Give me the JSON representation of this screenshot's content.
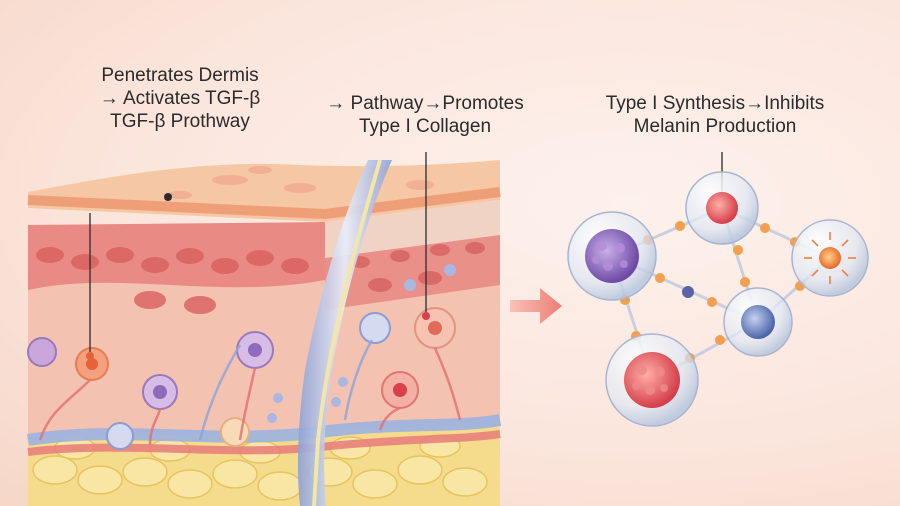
{
  "labels": {
    "left": {
      "line1": "Penetrates Dermis",
      "line2": "→ Activates TGF-β",
      "line3": "TGF-β Prothway"
    },
    "middle": {
      "line1": "→ Pathway→Promotes",
      "line2": "Type I Collagen"
    },
    "right": {
      "line1": "Type I Synthesis→Inhibits",
      "line2": "Melanin Production"
    }
  },
  "colors": {
    "epidermis": "#f2b58e",
    "dermis": "#f3b8a4",
    "fat": "#f2d37a",
    "hair": "#a9b7dc",
    "arrow": "#ef8f86",
    "cell_purple": "#8e6bbd",
    "cell_red": "#e0505a",
    "cell_blue": "#5a78b8",
    "cell_orange": "#f08a3a"
  }
}
